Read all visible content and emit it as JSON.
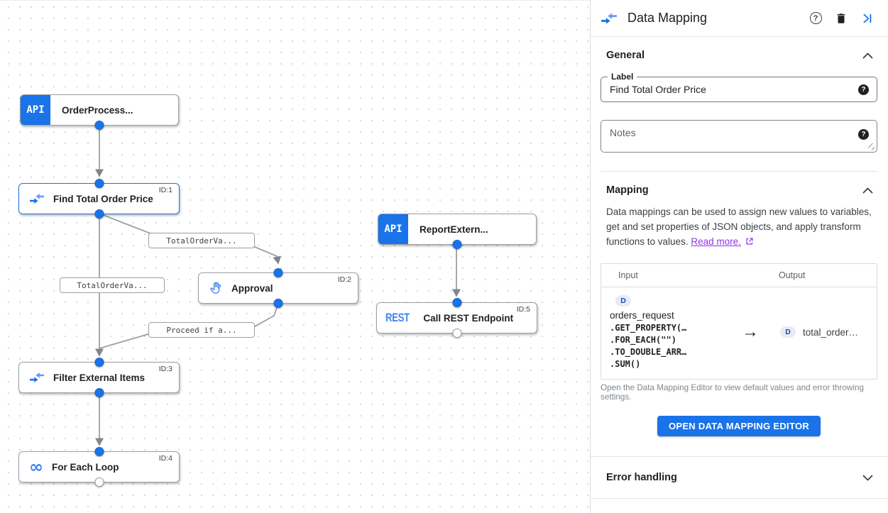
{
  "colors": {
    "accent_blue": "#1a73e8",
    "light_blue": "#669df6",
    "rest_blue": "#4285f4",
    "edge_gray": "#9aa0a6",
    "link_purple": "#9334e6",
    "badge_bg": "#e8eaf6"
  },
  "icons": {
    "for_each_loop": "∞",
    "help_glyph": "?",
    "field_help_glyph": "?"
  },
  "canvas": {
    "nodes": [
      {
        "label": "OrderProcess...",
        "type": "api-trigger",
        "badge": "API",
        "id_tag": ""
      },
      {
        "label": "Find Total Order Price",
        "type": "data-mapping",
        "id_tag": "ID:1"
      },
      {
        "label": "ReportExtern...",
        "type": "api-trigger",
        "badge": "API",
        "id_tag": ""
      },
      {
        "label": "Approval",
        "type": "approval",
        "id_tag": "ID:2"
      },
      {
        "label": "Call REST Endpoint",
        "type": "rest-task",
        "badge": "REST",
        "id_tag": "ID:5"
      },
      {
        "label": "Filter External Items",
        "type": "data-mapping",
        "id_tag": "ID:3"
      },
      {
        "label": "For Each Loop",
        "type": "for-each-loop",
        "id_tag": "ID:4"
      }
    ],
    "edge_labels": [
      {
        "text": "TotalOrderVa..."
      },
      {
        "text": "TotalOrderVa..."
      },
      {
        "text": "Proceed if a..."
      }
    ]
  },
  "panel": {
    "title": "Data Mapping",
    "general": {
      "heading": "General",
      "label_field": {
        "label": "Label",
        "value": "Find Total Order Price"
      },
      "notes_field": {
        "placeholder": "Notes"
      }
    },
    "mapping": {
      "heading": "Mapping",
      "description": "Data mappings can be used to assign new values to variables, get and set properties of JSON objects, and apply transform functions to values.",
      "read_more": "Read more.",
      "table": {
        "input_header": "Input",
        "output_header": "Output",
        "input_var_badge": "D",
        "input_var": "orders_request",
        "input_functions": [
          ".GET_PROPERTY(…",
          ".FOR_EACH(\"\")",
          ".TO_DOUBLE_ARR…",
          ".SUM()"
        ],
        "arrow": "→",
        "output_var_badge": "D",
        "output_var": "total_order…"
      },
      "hint": "Open the Data Mapping Editor to view default values and error throwing settings.",
      "open_editor_button": "OPEN DATA MAPPING EDITOR"
    },
    "error_handling": {
      "heading": "Error handling"
    }
  }
}
